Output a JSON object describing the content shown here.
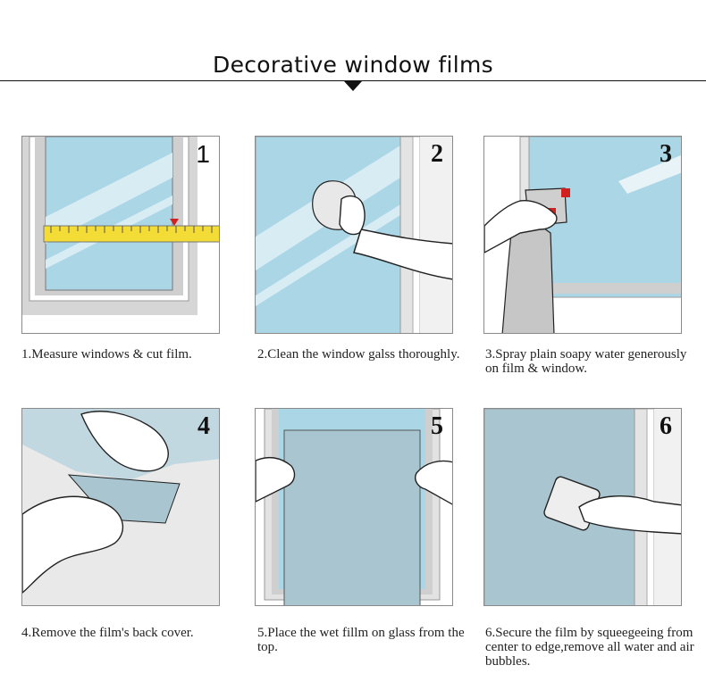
{
  "title": "Decorative window films",
  "steps": [
    {
      "number": "1",
      "caption": "1.Measure windows & cut film."
    },
    {
      "number": "2",
      "caption": "2.Clean the window galss thoroughly."
    },
    {
      "number": "3",
      "caption": "3.Spray plain soapy water generously on film & window."
    },
    {
      "number": "4",
      "caption": "4.Remove the film's back cover."
    },
    {
      "number": "5",
      "caption": "5.Place the wet fillm on glass from the top."
    },
    {
      "number": "6",
      "caption": "6.Secure the film by squeegeeing from center to edge,remove all water and air bubbles."
    }
  ],
  "colors": {
    "glass": "#abd6e6",
    "film": "#a9c6d0",
    "frame": "#bdbdbd",
    "accent_red": "#d12020",
    "tape": "#f2dc35"
  }
}
